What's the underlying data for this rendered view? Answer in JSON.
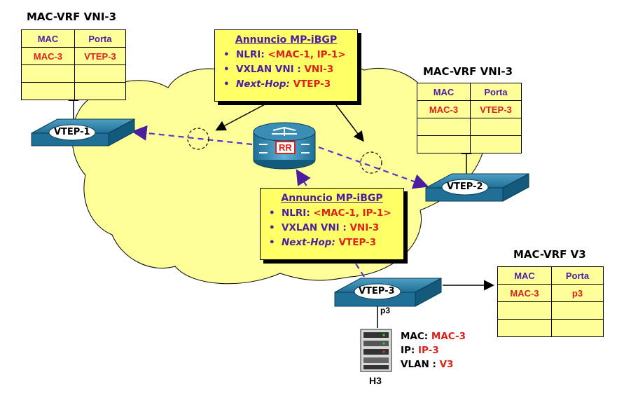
{
  "tables": {
    "vtep1": {
      "title": "MAC-VRF VNI-3",
      "col_mac": "MAC",
      "col_port": "Porta",
      "mac": "MAC-3",
      "port": "VTEP-3"
    },
    "vtep2": {
      "title": "MAC-VRF VNI-3",
      "col_mac": "MAC",
      "col_port": "Porta",
      "mac": "MAC-3",
      "port": "VTEP-3"
    },
    "vtep3": {
      "title": "MAC-VRF V3",
      "col_mac": "MAC",
      "col_port": "Porta",
      "mac": "MAC-3",
      "port": "p3"
    }
  },
  "announce": [
    {
      "title": "Annuncio MP-iBGP",
      "nlri_key": "NLRI:",
      "nlri_val": "<MAC-1, IP-1>",
      "vni_key": "VXLAN VNI :",
      "vni_val": "VNI-3",
      "nh_key": "Next-Hop:",
      "nh_val": "VTEP-3"
    },
    {
      "title": "Annuncio MP-iBGP",
      "nlri_key": "NLRI:",
      "nlri_val": "<MAC-1, IP-1>",
      "vni_key": "VXLAN VNI :",
      "vni_val": "VNI-3",
      "nh_key": "Next-Hop:",
      "nh_val": "VTEP-3"
    }
  ],
  "nodes": {
    "vtep1": "VTEP-1",
    "vtep2": "VTEP-2",
    "vtep3": "VTEP-3",
    "rr": "RR",
    "port": "p3"
  },
  "host": {
    "name": "H3",
    "mac_key": "MAC:",
    "mac_val": "MAC-3",
    "ip_key": "IP:",
    "ip_val": "IP-3",
    "vlan_key": "VLAN :",
    "vlan_val": "V3"
  },
  "colors": {
    "cloud": "#ffff99",
    "switch": "#1f6f97",
    "accent": "#4b1ea0",
    "value": "#e0201a",
    "box": "#ffff66"
  }
}
